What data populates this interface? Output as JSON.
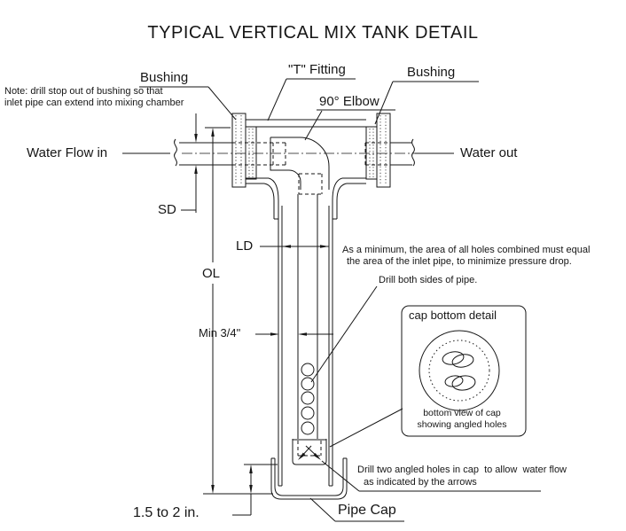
{
  "title": "TYPICAL VERTICAL MIX TANK DETAIL",
  "labels": {
    "bushing_left": "Bushing",
    "t_fitting": "\"T\" Fitting",
    "bushing_right": "Bushing",
    "elbow": "90° Elbow",
    "water_in": "Water Flow in",
    "water_out": "Water out",
    "sd": "SD",
    "ld": "LD",
    "ol": "OL",
    "min_gap": "Min 3/4\"",
    "pipe_cap": "Pipe Cap",
    "cap_offset": "1.5 to 2 in."
  },
  "notes": {
    "bushing_note_line1": "Note: drill stop out of bushing so that",
    "bushing_note_line2": "inlet pipe can extend into mixing chamber",
    "holes_note_line1": "As a minimum, the area of all holes combined must equal",
    "holes_note_line2": "the area of the inlet pipe, to minimize pressure drop.",
    "drill_note": "Drill both sides of pipe.",
    "cap_note_line1": "Drill two angled holes in cap  to allow  water flow",
    "cap_note_line2": "as indicated by the arrows"
  },
  "detail_box": {
    "title": "cap bottom detail",
    "caption_line1": "bottom view of cap",
    "caption_line2": "showing angled holes"
  }
}
